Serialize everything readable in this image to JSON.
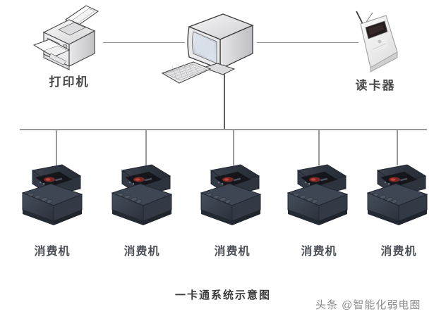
{
  "diagram": {
    "caption": "一卡通系统示意图",
    "background_color": "#ffffff",
    "line_color": "#9a9a9a",
    "trunk_color": "#5e5e5e"
  },
  "watermark": {
    "text": "头条 @智能化弱电圈",
    "color": "#8d8d8d"
  },
  "top_row": {
    "printer": {
      "label": "打印机",
      "icon": "printer-icon",
      "body_color": "#e9e9ea",
      "outline_color": "#4a4a4a"
    },
    "computer": {
      "label": "",
      "icon": "crt-monitor-icon",
      "body_color": "#e3e3e5",
      "screen_color": "#d8dce3",
      "outline_color": "#3c3c3c"
    },
    "keyboard": {
      "label": "",
      "icon": "keyboard-icon",
      "body_color": "#ededee",
      "outline_color": "#4a4a4a"
    },
    "reader": {
      "label": "读卡器",
      "icon": "card-reader-icon",
      "body_color": "#f2f2f2",
      "display_color": "#241d1d",
      "outline_color": "#9b9b9b"
    }
  },
  "terminals": {
    "label": "消费机",
    "icon": "pos-terminal-icon",
    "body_color": "#3c4450",
    "top_color": "#2b313b",
    "display_color": "#14161c",
    "led_color": "#8a2a26",
    "key_color": "#49515e",
    "items": [
      {
        "label": "消费机"
      },
      {
        "label": "消费机"
      },
      {
        "label": "消费机"
      },
      {
        "label": "消费机"
      },
      {
        "label": "消费机"
      }
    ]
  }
}
